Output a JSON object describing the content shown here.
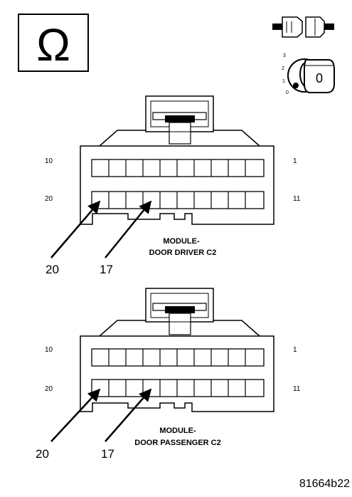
{
  "ohmmeter": {
    "symbol": "Ω"
  },
  "ignition": {
    "positions": [
      "3",
      "2",
      "1",
      "0"
    ],
    "key_display": "0"
  },
  "connectors": [
    {
      "pin_top_left": "10",
      "pin_top_right": "1",
      "pin_bottom_left": "20",
      "pin_bottom_right": "11",
      "callouts": [
        "20",
        "17"
      ],
      "label_line1": "MODULE-",
      "label_line2": "DOOR DRIVER C2"
    },
    {
      "pin_top_left": "10",
      "pin_top_right": "1",
      "pin_bottom_left": "20",
      "pin_bottom_right": "11",
      "callouts": [
        "20",
        "17"
      ],
      "label_line1": "MODULE-",
      "label_line2": "DOOR PASSENGER C2"
    }
  ],
  "figure_id": "81664b22"
}
